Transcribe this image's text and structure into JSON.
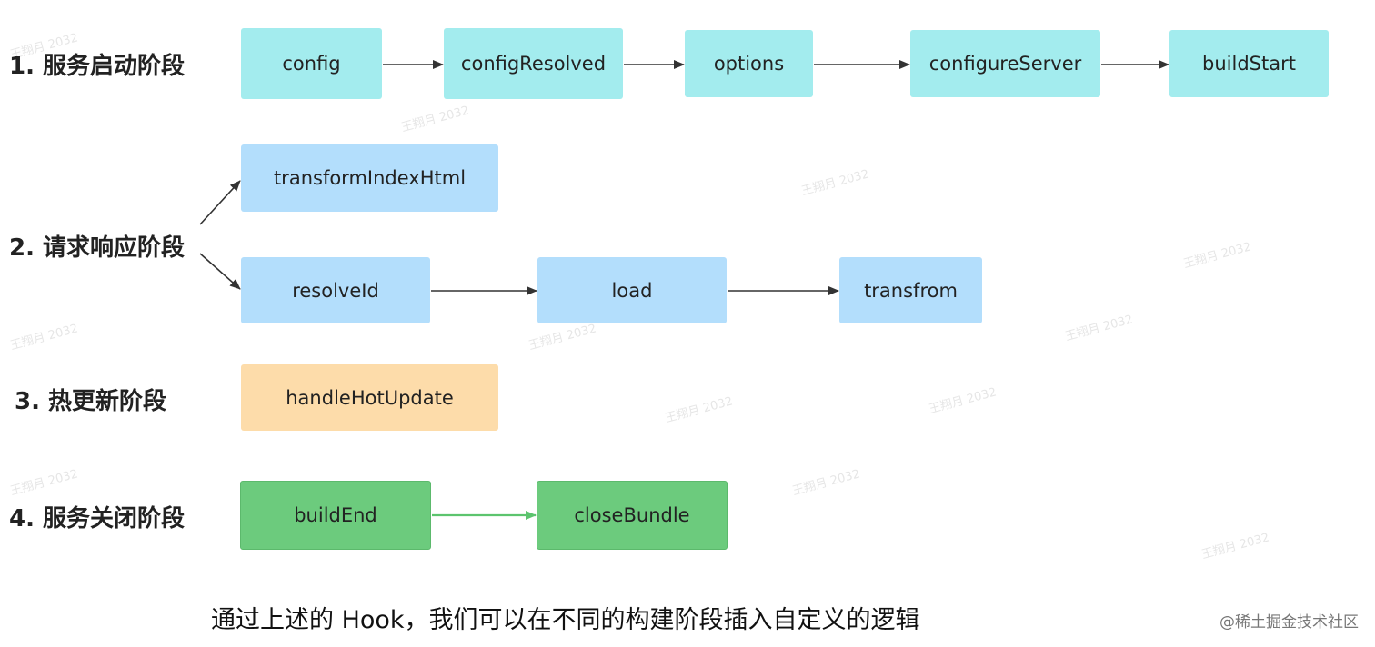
{
  "stages": [
    {
      "label": "1. 服务启动阶段"
    },
    {
      "label": "2. 请求响应阶段"
    },
    {
      "label": "3. 热更新阶段"
    },
    {
      "label": "4. 服务关闭阶段"
    }
  ],
  "nodes": {
    "config": "config",
    "configResolved": "configResolved",
    "options": "options",
    "configureServer": "configureServer",
    "buildStart": "buildStart",
    "transformIndexHtml": "transformIndexHtml",
    "resolveId": "resolveId",
    "load": "load",
    "transfrom": "transfrom",
    "handleHotUpdate": "handleHotUpdate",
    "buildEnd": "buildEnd",
    "closeBundle": "closeBundle"
  },
  "colors": {
    "startup": "#a3ecee",
    "request": "#b3defc",
    "hmr": "#fddcaa",
    "shutdown": "#6ccb7d",
    "arrow": "#333333",
    "arrow_green": "#5cc46e"
  },
  "caption": "通过上述的 Hook，我们可以在不同的构建阶段插入自定义的逻辑",
  "source": "@稀土掘金技术社区"
}
